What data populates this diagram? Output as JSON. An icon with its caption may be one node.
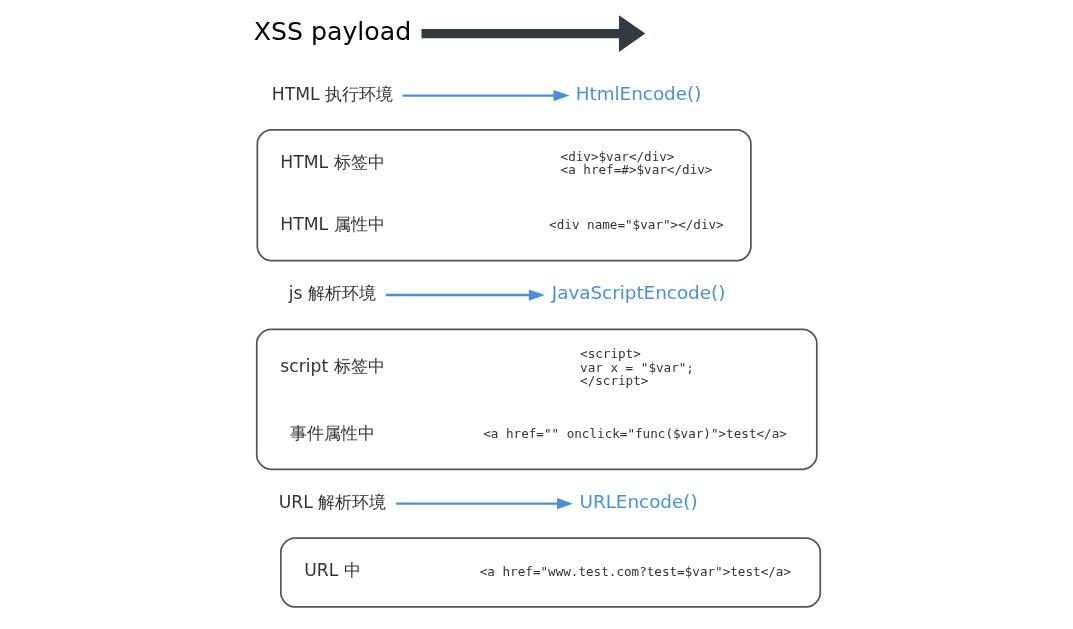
{
  "diagram": {
    "nodes": [
      {
        "text": [
          "XSS payload"
        ]
      },
      {
        "text": [
          "HTML 执行环境"
        ]
      },
      {
        "text": [
          "HtmlEncode()"
        ]
      },
      {
        "text": [],
        "shape": "box"
      },
      {
        "text": [
          "HTML 标签中"
        ],
        "in": 3
      },
      {
        "text": [
          "<div>$var</div>",
          "<a href=#>$var</div>"
        ],
        "in": 3
      },
      {
        "text": [
          "HTML 属性中"
        ],
        "in": 3
      },
      {
        "text": [
          "<div name=\"$var\"></div>"
        ],
        "in": 3
      },
      {
        "text": [
          "js 解析环境"
        ]
      },
      {
        "text": [
          "JavaScriptEncode()"
        ]
      },
      {
        "text": [],
        "shape": "box"
      },
      {
        "text": [
          "script 标签中"
        ],
        "in": 10
      },
      {
        "text": [
          "<script>",
          "var x = \"$var\";",
          "</script>"
        ],
        "in": 10
      },
      {
        "text": [
          "事件属性中"
        ],
        "in": 10
      },
      {
        "text": [
          "<a href=\"\" onclick=\"func($var)\">test</a>"
        ],
        "in": 10
      },
      {
        "text": [
          "URL 解析环境"
        ]
      },
      {
        "text": [
          "URLEncode()"
        ]
      },
      {
        "text": [],
        "shape": "box"
      },
      {
        "text": [
          "URL 中"
        ],
        "in": 17
      },
      {
        "text": [
          "<a href=\"www.test.com?test=$var\">test</a>"
        ],
        "in": 17
      }
    ],
    "edges": [
      {
        "from": 0,
        "to": null,
        "arrow": "to",
        "style": "thick",
        "color": "#343a40"
      },
      {
        "from": 1,
        "to": 2,
        "arrow": "to"
      },
      {
        "from": 8,
        "to": 9,
        "arrow": "to"
      },
      {
        "from": 15,
        "to": 16,
        "arrow": "to"
      }
    ]
  }
}
